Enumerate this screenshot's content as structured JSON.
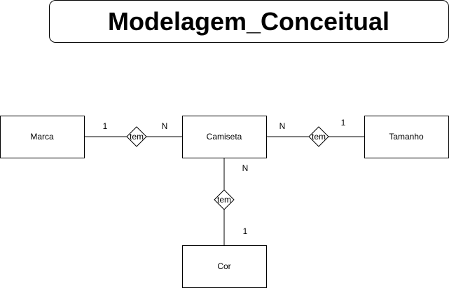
{
  "diagram": {
    "title": "Modelagem_Conceitual",
    "entities": {
      "marca": "Marca",
      "camiseta": "Camiseta",
      "tamanho": "Tamanho",
      "cor": "Cor"
    },
    "relationships": {
      "marca_camiseta": "tem",
      "camiseta_tamanho": "tem",
      "camiseta_cor": "tem"
    },
    "cardinalities": {
      "marca_side": "1",
      "camiseta_marca_side": "N",
      "camiseta_tamanho_side": "N",
      "tamanho_side": "1",
      "camiseta_cor_side": "N",
      "cor_side": "1"
    }
  },
  "colors": {
    "stroke": "#000000",
    "fill": "#ffffff"
  }
}
